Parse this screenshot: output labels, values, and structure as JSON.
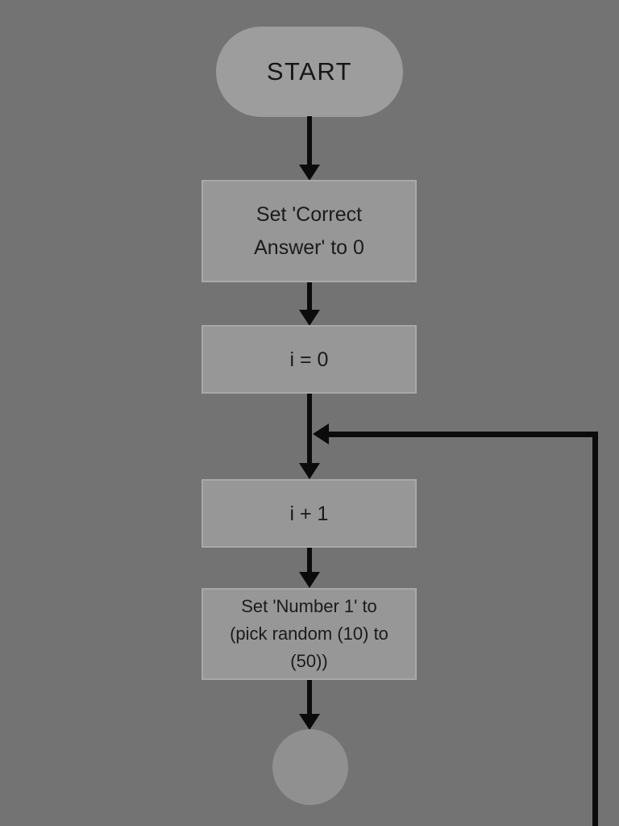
{
  "colors": {
    "background": "#737373",
    "terminator_fill": "#9d9d9d",
    "process_fill": "#979797",
    "process_border": "#a8a8a8",
    "connector_fill": "#909090",
    "line": "#0b0b0b",
    "text": "#1b1b1b"
  },
  "flowchart": {
    "nodes": [
      {
        "id": "start",
        "type": "terminator",
        "label": "START"
      },
      {
        "id": "set-correct-answer",
        "type": "process",
        "label": "Set 'Correct Answer' to 0"
      },
      {
        "id": "init-i",
        "type": "process",
        "label": "i = 0"
      },
      {
        "id": "increment-i",
        "type": "process",
        "label": "i + 1"
      },
      {
        "id": "set-number-1",
        "type": "process",
        "label": "Set 'Number 1' to (pick random (10) to (50))"
      },
      {
        "id": "end-connector",
        "type": "connector",
        "label": ""
      }
    ],
    "edges": [
      {
        "from": "start",
        "to": "set-correct-answer"
      },
      {
        "from": "set-correct-answer",
        "to": "init-i"
      },
      {
        "from": "init-i",
        "to": "increment-i"
      },
      {
        "from": "increment-i",
        "to": "set-number-1"
      },
      {
        "from": "set-number-1",
        "to": "end-connector"
      },
      {
        "from": "offscreen-bottom-right",
        "to": "increment-i",
        "note": "loop-back line joining the main flow above 'i + 1'"
      }
    ]
  }
}
